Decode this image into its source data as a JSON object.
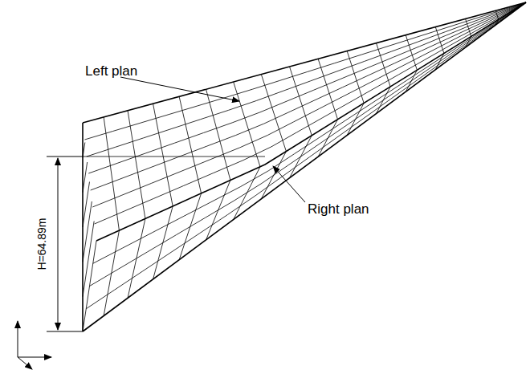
{
  "diagram": {
    "labels": [
      "Left plan",
      "Right plan",
      "H=64.89m"
    ]
  }
}
